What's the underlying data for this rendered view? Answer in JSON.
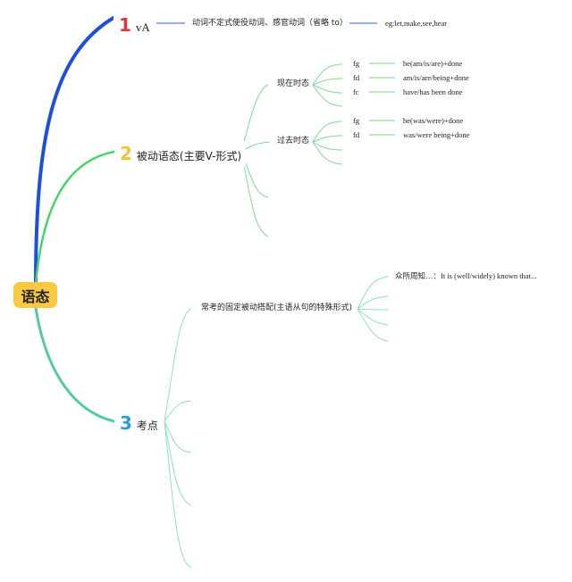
{
  "root": {
    "label": "语态"
  },
  "colors": {
    "root_fill": "#f9c940",
    "branch1": "#1e4fd8",
    "branch2": "#48d36b",
    "branch3": "#55c9a4",
    "num1": "#e0363c",
    "num2": "#f2c530",
    "num3": "#2e9ad8"
  },
  "branches": [
    {
      "number": "1",
      "label": "vA",
      "detail": "动词不定式使役动词、感官动词（省略 to）",
      "example": "eg:let,make,see,hear"
    },
    {
      "number": "2",
      "label": "被动语态(主要V-形式)",
      "groups": [
        {
          "label": "现在时态",
          "items": [
            {
              "code": "fg",
              "form": "be(am/is/are)+done"
            },
            {
              "code": "fd",
              "form": "am/is/are/being+done"
            },
            {
              "code": "fc",
              "form": "have/has been done"
            }
          ]
        },
        {
          "label": "过去时态",
          "items": [
            {
              "code": "fg",
              "form": "be(was/were)+done"
            },
            {
              "code": "fd",
              "form": "was/were being+done"
            }
          ]
        }
      ]
    },
    {
      "number": "3",
      "label": "考点",
      "sub": {
        "label": "常考的固定被动搭配(主语从句的特殊形式)",
        "item": "众所周知…：It is (well/widely) known that..."
      }
    }
  ]
}
